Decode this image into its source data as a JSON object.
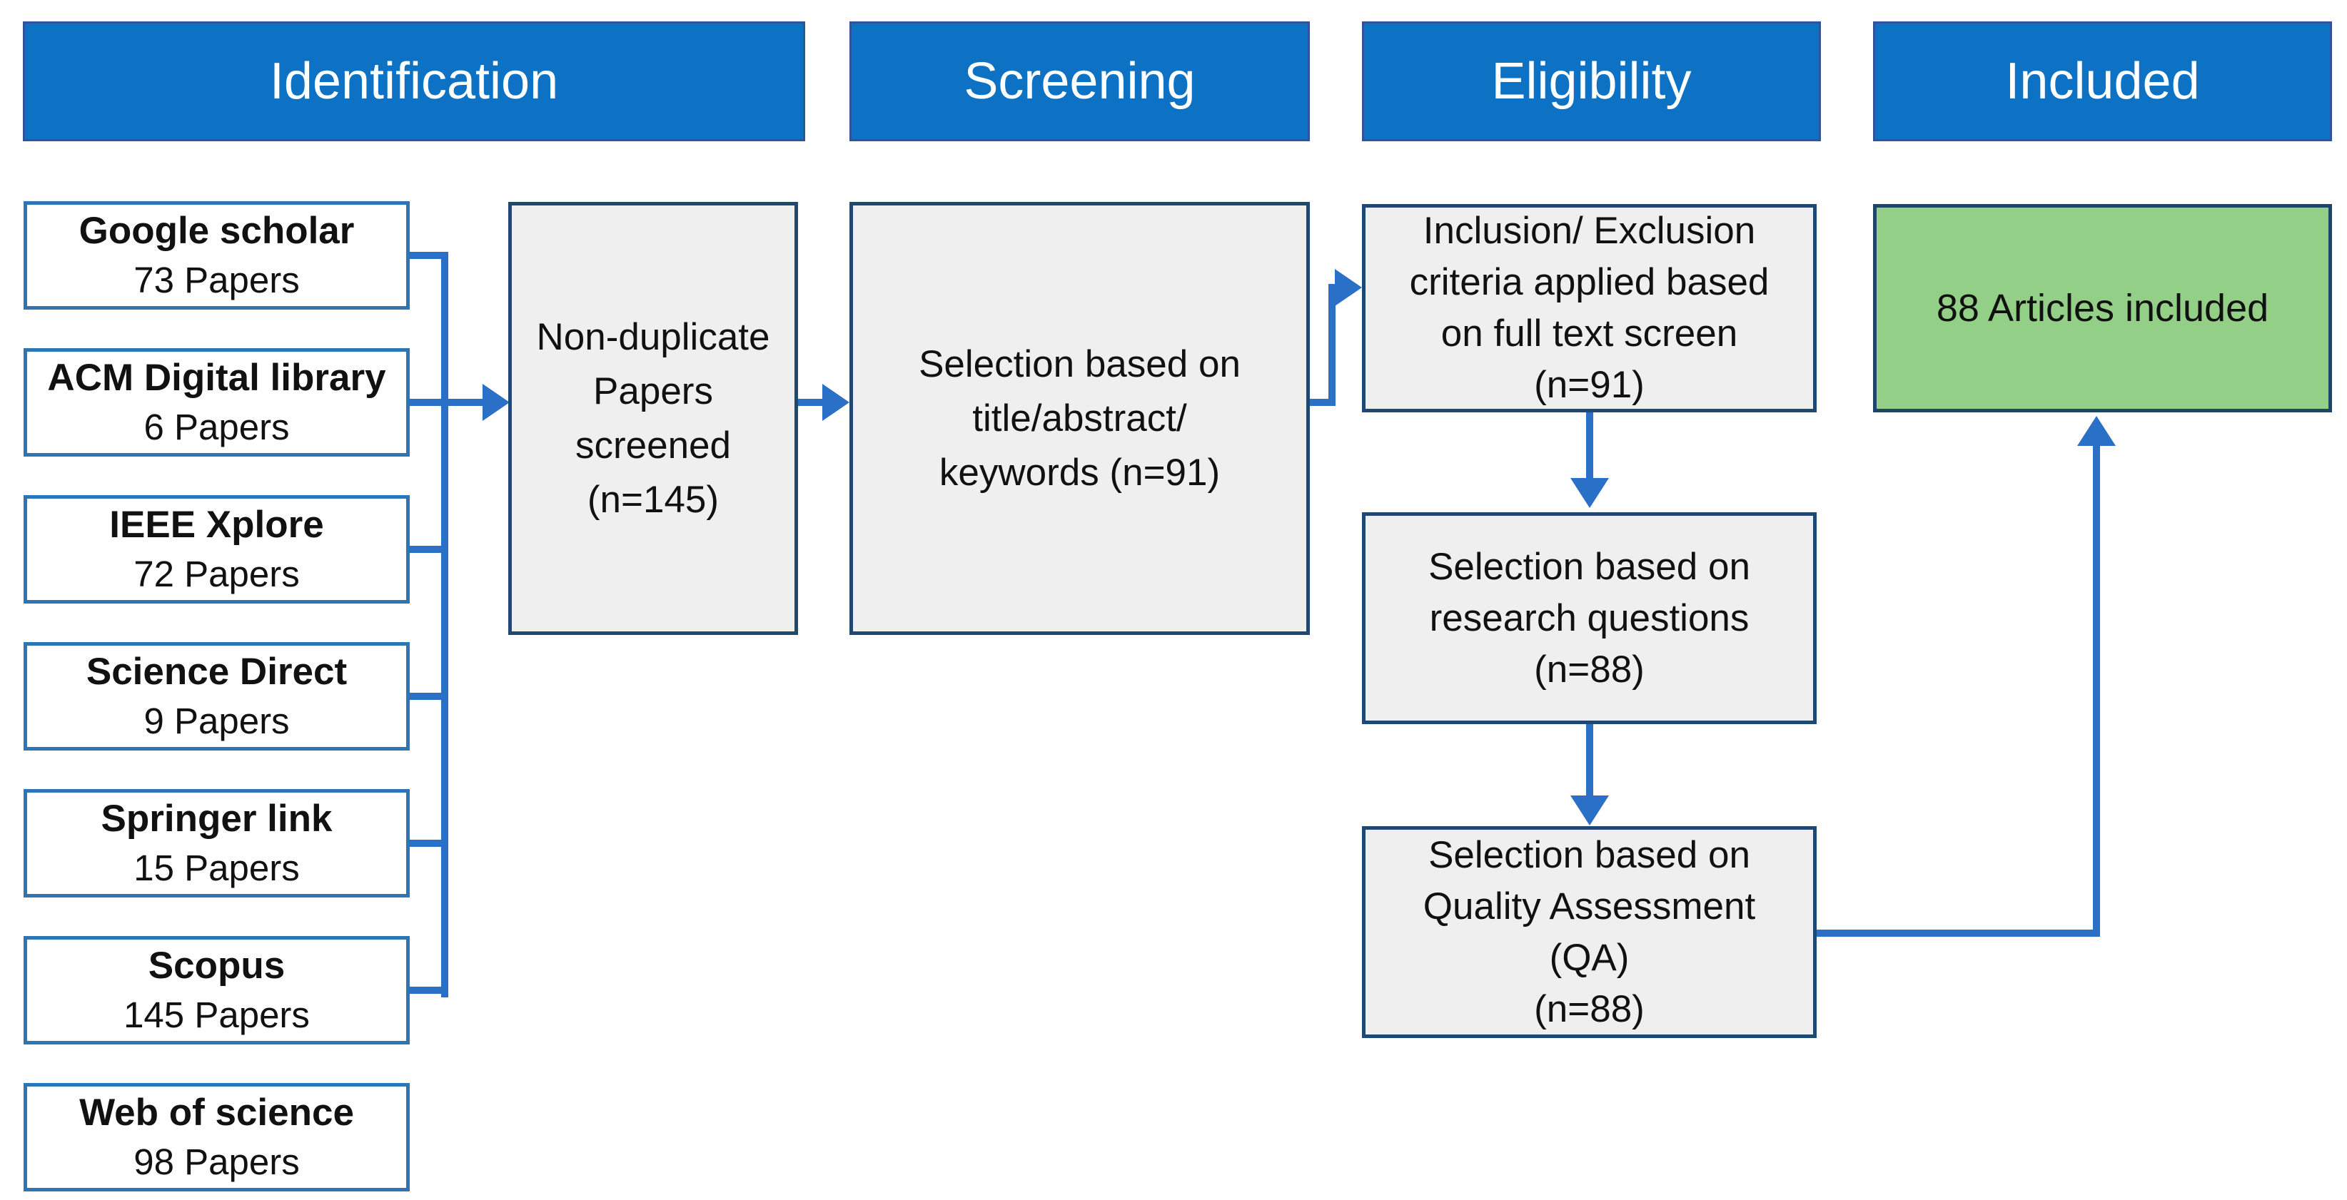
{
  "columns": [
    {
      "label": "Identification"
    },
    {
      "label": "Screening"
    },
    {
      "label": "Eligibility"
    },
    {
      "label": "Included"
    }
  ],
  "sources": [
    {
      "name": "Google scholar",
      "count_label": "73 Papers"
    },
    {
      "name": "ACM Digital library",
      "count_label": "6 Papers"
    },
    {
      "name": "IEEE Xplore",
      "count_label": "72 Papers"
    },
    {
      "name": "Science Direct",
      "count_label": "9 Papers"
    },
    {
      "name": "Springer link",
      "count_label": "15 Papers"
    },
    {
      "name": "Scopus",
      "count_label": "145 Papers"
    },
    {
      "name": "Web of science",
      "count_label": "98 Papers"
    }
  ],
  "screening": {
    "non_duplicate": "Non-duplicate\nPapers\nscreened\n(n=145)",
    "title_abstract": "Selection based on\ntitle/abstract/\nkeywords (n=91)"
  },
  "eligibility": {
    "full_text_screen": "Inclusion/ Exclusion\ncriteria applied based\non full text screen\n(n=91)",
    "research_questions": "Selection based on\nresearch questions\n(n=88)",
    "quality_assessment": "Selection based on\nQuality Assessment\n(QA)\n(n=88)"
  },
  "included": {
    "articles": "88 Articles included"
  },
  "colors": {
    "header-fill": "#0E72C4",
    "header-border": "#2F5597",
    "source-box-border": "#2E75B6",
    "connector-blue": "#2B70C7",
    "stage-box-fill": "#F0EFEF",
    "stage-box-border": "#1F4873",
    "included-box-fill": "#93CF86",
    "included-box-border": "#1F4666"
  }
}
